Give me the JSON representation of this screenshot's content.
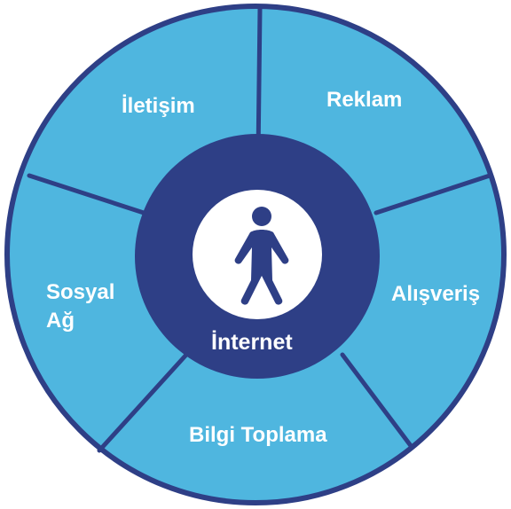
{
  "diagram": {
    "center_label": "İnternet",
    "center_icon": "person-icon",
    "segments": [
      {
        "id": "iletisim",
        "label": "İletişim"
      },
      {
        "id": "reklam",
        "label": "Reklam"
      },
      {
        "id": "alisveris",
        "label": "Alışveriş"
      },
      {
        "id": "bilgi-toplama",
        "label": "Bilgi Toplama"
      },
      {
        "id": "sosyal-ag",
        "label": "Sosyal Ağ"
      }
    ],
    "colors": {
      "segment_fill": "#4fb6df",
      "outline": "#2e3f86",
      "center_ring": "#2e3f86",
      "center_disc": "#ffffff",
      "icon": "#2e3f86",
      "text": "#ffffff"
    }
  }
}
